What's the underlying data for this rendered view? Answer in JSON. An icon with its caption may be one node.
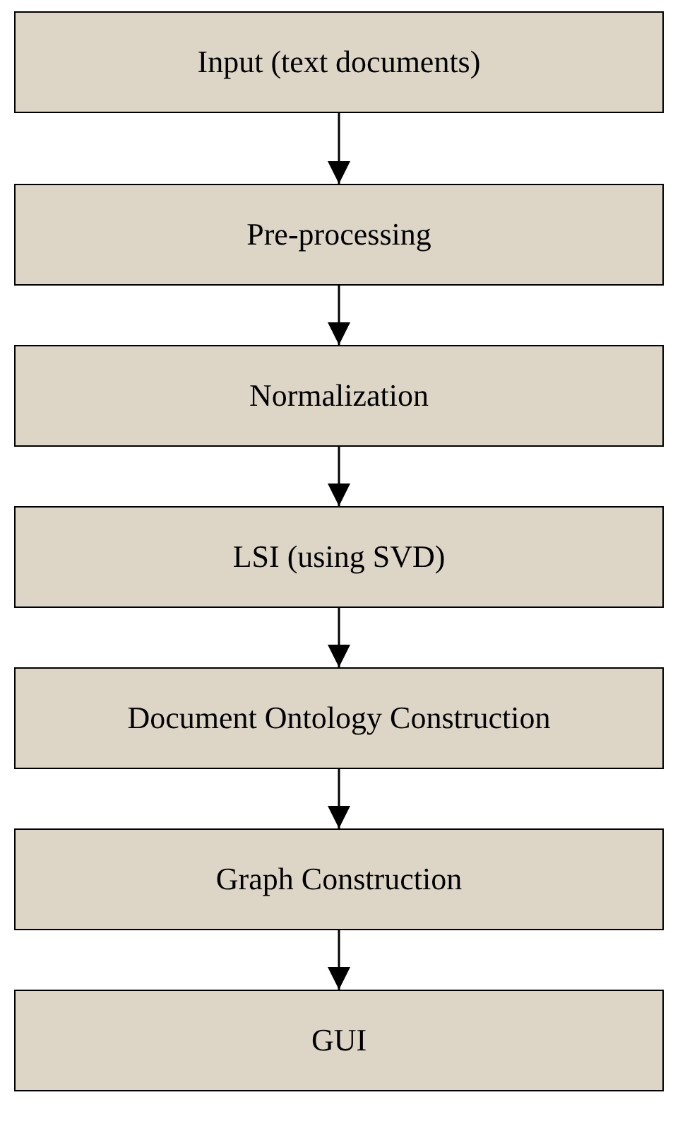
{
  "diagram": {
    "nodes": [
      {
        "text": [
          "Input (text documents)"
        ]
      },
      {
        "text": [
          "Pre-processing"
        ]
      },
      {
        "text": [
          "Normalization"
        ]
      },
      {
        "text": [
          "LSI (using SVD)"
        ]
      },
      {
        "text": [
          "Document Ontology Construction"
        ]
      },
      {
        "text": [
          "Graph Construction"
        ]
      },
      {
        "text": [
          "GUI"
        ]
      }
    ],
    "edges": [
      {
        "from": 0,
        "to": 1,
        "arrow": "to"
      },
      {
        "from": 1,
        "to": 2,
        "arrow": "to"
      },
      {
        "from": 2,
        "to": 3,
        "arrow": "to"
      },
      {
        "from": 3,
        "to": 4,
        "arrow": "to"
      },
      {
        "from": 4,
        "to": 5,
        "arrow": "to"
      },
      {
        "from": 5,
        "to": 6,
        "arrow": "to"
      }
    ]
  }
}
